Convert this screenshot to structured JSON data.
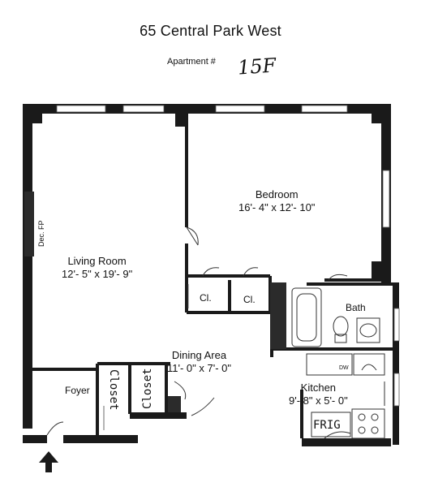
{
  "header": {
    "address": "65 Central Park West",
    "apartment_label": "Apartment #",
    "apartment_number": "15F"
  },
  "rooms": {
    "living": {
      "name": "Living Room",
      "size": "12'- 5\" x 19'- 9\""
    },
    "bedroom": {
      "name": "Bedroom",
      "size": "16'- 4\" x 12'- 10\""
    },
    "dining": {
      "name": "Dining Area",
      "size": "11'- 0\" x 7'- 0\""
    },
    "kitchen": {
      "name": "Kitchen",
      "size": "9'- 8\" x 5'- 0\""
    },
    "bath": {
      "name": "Bath"
    },
    "foyer": {
      "name": "Foyer"
    }
  },
  "closets": {
    "cl1": "Cl.",
    "cl2": "Cl.",
    "closet_a": "Closet",
    "closet_b": "Closet"
  },
  "fixtures": {
    "dw": "DW",
    "frig": "FRIG",
    "fireplace": "Dec. FP"
  },
  "colors": {
    "wall": "#1a1a1a",
    "wall_thick": "#2b2b2b",
    "line": "#333333"
  },
  "icons": {
    "entry": "entry-arrow-icon"
  }
}
